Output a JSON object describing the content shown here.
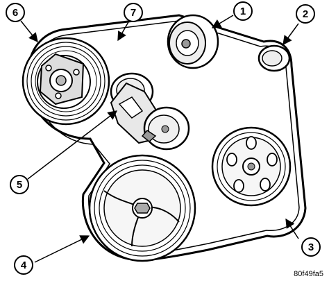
{
  "callouts": [
    {
      "id": "1",
      "label": "1"
    },
    {
      "id": "2",
      "label": "2"
    },
    {
      "id": "3",
      "label": "3"
    },
    {
      "id": "4",
      "label": "4"
    },
    {
      "id": "5",
      "label": "5"
    },
    {
      "id": "6",
      "label": "6"
    },
    {
      "id": "7",
      "label": "7"
    }
  ],
  "figure_ref": "80f49fa5"
}
